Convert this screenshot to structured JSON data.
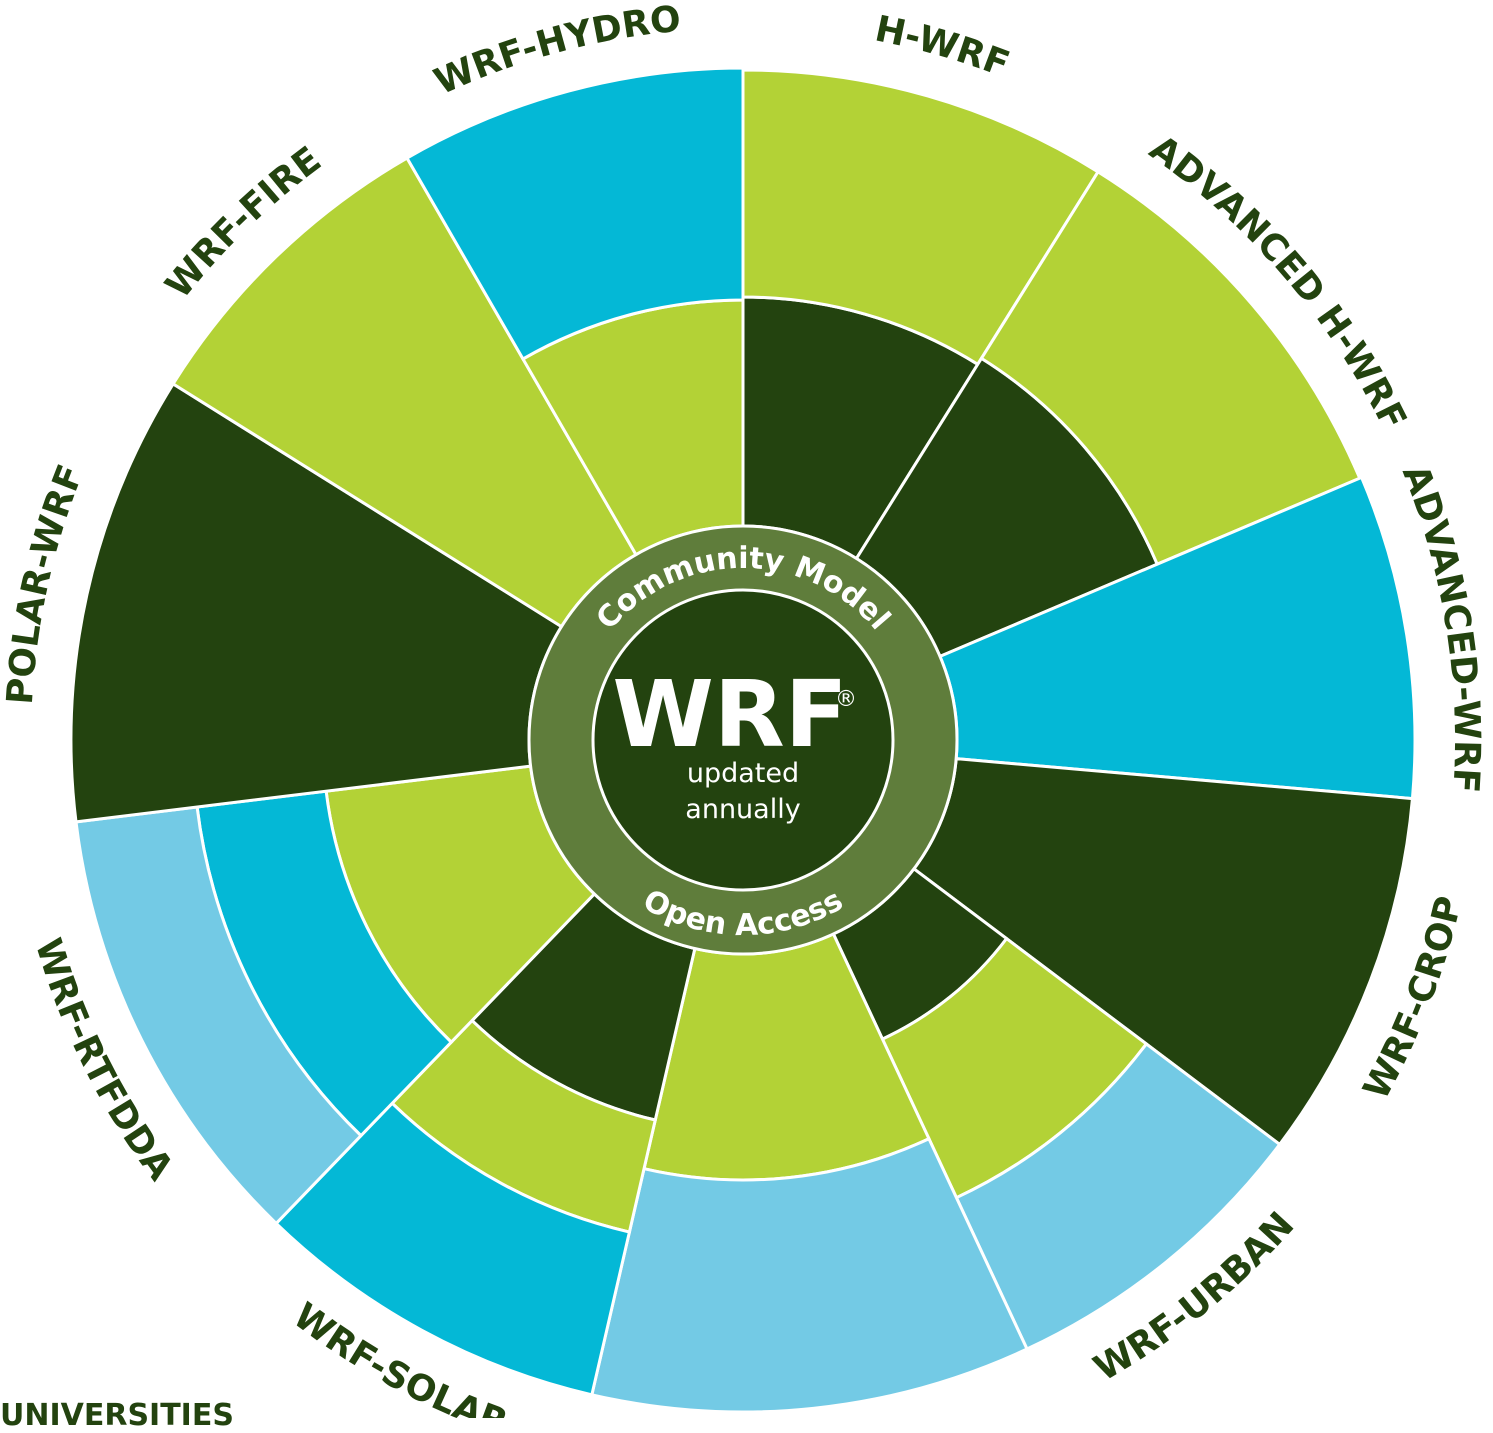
{
  "colors": {
    "dark_green": "#23430f",
    "lime": "#b3d236",
    "cyan": "#04b8d6",
    "light_blue": "#73cae5",
    "hub_ring": "#5f7d3b",
    "hub_center": "#23430f"
  },
  "hub": {
    "top_label": "Community Model",
    "bottom_label": "Open Access",
    "title": "WRF",
    "registered": "®",
    "line1": "updated",
    "line2": "annually"
  },
  "sectors": [
    {
      "label": "H-WRF",
      "bands": [
        "dark_green",
        "lime"
      ]
    },
    {
      "label": "ADVANCED H-WRF",
      "bands": [
        "dark_green",
        "lime"
      ]
    },
    {
      "label": "ADVANCED-WRF",
      "bands": [
        "cyan"
      ]
    },
    {
      "label": "WRF-CROP",
      "bands": [
        "dark_green"
      ]
    },
    {
      "label": "WRF-URBAN",
      "bands": [
        "dark_green",
        "lime",
        "light_blue"
      ]
    },
    {
      "label": "",
      "bands": [
        "lime",
        "light_blue"
      ]
    },
    {
      "label": "WRF-SOLAR",
      "bands": [
        "dark_green",
        "lime",
        "cyan"
      ]
    },
    {
      "label": "WRF-RTFDDA",
      "bands": [
        "lime",
        "cyan",
        "light_blue"
      ]
    },
    {
      "label": "POLAR-WRF",
      "bands": [
        "dark_green"
      ]
    },
    {
      "label": "WRF-FIRE",
      "bands": [
        "lime"
      ]
    },
    {
      "label": "WRF-HYDRO",
      "bands": [
        "lime",
        "cyan"
      ]
    }
  ],
  "footer": {
    "text": "UNIVERSITIES"
  }
}
